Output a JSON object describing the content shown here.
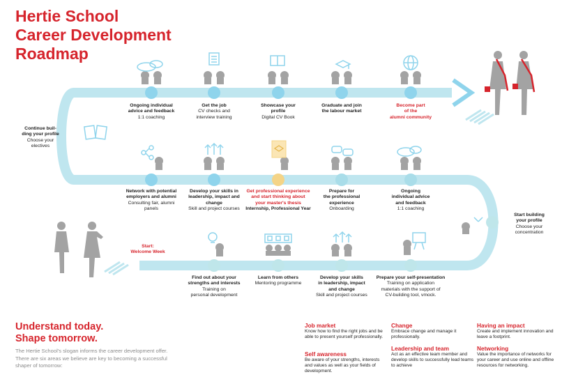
{
  "title": [
    "Hertie School",
    "Career Development",
    "Roadmap"
  ],
  "stages": [
    {
      "key": "ongoing-advice-top",
      "bold": [
        "Ongoing individual",
        "advice and feedback"
      ],
      "normal": [
        "1:1 coaching"
      ],
      "red": false
    },
    {
      "key": "get-the-job",
      "bold": [
        "Get the job"
      ],
      "normal": [
        "CV checks and",
        "interview training"
      ],
      "red": false
    },
    {
      "key": "showcase-profile",
      "bold": [
        "Showcase your",
        "profile"
      ],
      "normal": [
        "Digital CV Book"
      ],
      "red": false
    },
    {
      "key": "graduate",
      "bold": [
        "Graduate and  join",
        "the labour market"
      ],
      "normal": [],
      "red": false
    },
    {
      "key": "alumni",
      "bold": [
        "Become part",
        "of the",
        "alumni community"
      ],
      "normal": [],
      "red": true
    },
    {
      "key": "continue-building",
      "bold": [
        "Continue buil-",
        "ding your profile"
      ],
      "normal": [
        "Choose your",
        "electives"
      ],
      "red": false
    },
    {
      "key": "network",
      "bold": [
        "Network with  potential",
        "employers  and alumni"
      ],
      "normal": [
        "Consulting fair, alumni",
        "panels"
      ],
      "red": false
    },
    {
      "key": "develop-skills-mid",
      "bold": [
        "Develop your skills  in",
        "leadership, impact and",
        "change"
      ],
      "normal": [
        "Skill and project courses"
      ],
      "red": false
    },
    {
      "key": "professional-experience",
      "bold": [
        "Get professional experience",
        "and start thinking about",
        "your master's thesis"
      ],
      "normal": [
        "Internship, Professional Year"
      ],
      "red": true
    },
    {
      "key": "prepare-experience",
      "bold": [
        "Prepare for",
        "the professional",
        "experience"
      ],
      "normal": [
        "Onboarding"
      ],
      "red": false
    },
    {
      "key": "ongoing-advice-mid",
      "bold": [
        "Ongoing",
        "individual advice",
        "and feedback"
      ],
      "normal": [
        "1:1 coaching"
      ],
      "red": false
    },
    {
      "key": "start-building",
      "bold": [
        "Start building",
        "your profile"
      ],
      "normal": [
        "Choose your",
        "concentration"
      ],
      "red": false
    },
    {
      "key": "start-welcome",
      "bold": [
        "Start:",
        "Welcome Week"
      ],
      "normal": [],
      "red": true
    },
    {
      "key": "find-strengths",
      "bold": [
        "Find out about your",
        "strengths and interests"
      ],
      "normal": [
        "Training on",
        "personal development"
      ],
      "red": false
    },
    {
      "key": "learn-from-others",
      "bold": [
        "Learn from others"
      ],
      "normal": [
        "Mentoring programme"
      ],
      "red": false
    },
    {
      "key": "develop-skills-low",
      "bold": [
        "Develop your skills",
        "in leadership, impact",
        "and change"
      ],
      "normal": [
        "Skill and project courses"
      ],
      "red": false
    },
    {
      "key": "self-presentation",
      "bold": [
        "Prepare your self-presentation"
      ],
      "normal": [
        "Training on application",
        "materials with the support of",
        "CV-building tool, vmock."
      ],
      "red": false
    }
  ],
  "bottom": {
    "heading": [
      "Understand today.",
      "Shape tomorrow."
    ],
    "text": "The Hertie School's slogan informs the career development offer. There are six areas we believe are key to becoming a successful shaper of tomorrow:"
  },
  "areas": [
    {
      "key": "job-market",
      "title": "Job market",
      "text": "Know how to find the right jobs and be able to present yourself professionally."
    },
    {
      "key": "self-awareness",
      "title": "Self awareness",
      "text": "Be aware of your strengths, interests and values as well as your fields of development."
    },
    {
      "key": "change",
      "title": "Change",
      "text": "Embrace change and manage it professionally."
    },
    {
      "key": "leadership",
      "title": "Leadership and team",
      "text": "Act as an effective team member and develop skills to successfully lead teams to achieve"
    },
    {
      "key": "impact",
      "title": "Having an impact",
      "text": "Create and implement innovation and leave a footprint."
    },
    {
      "key": "networking",
      "title": "Networking",
      "text": "Value the importance of networks for your career and use online and offline resources for networking."
    }
  ],
  "colors": {
    "accent": "#d6242c",
    "road": "#bfe6ef",
    "node": "#8fd4ec",
    "node_low": "#bfe6ea",
    "highlight": "#f4d487",
    "gray": "#a3a3a3"
  }
}
